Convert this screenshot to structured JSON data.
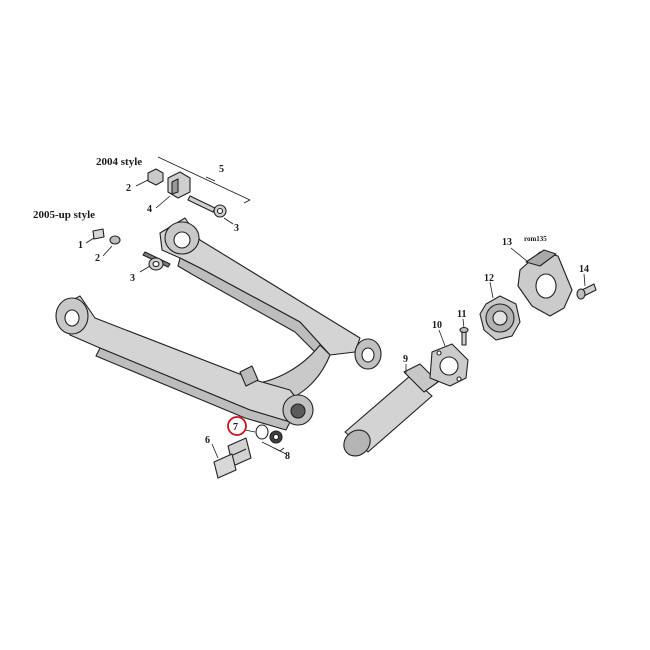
{
  "diagram": {
    "style_2004": "2004 style",
    "style_2005": "2005-up style",
    "ref_code": "rom135",
    "highlight_color": "#d0121b",
    "callouts": {
      "c1": "1",
      "c2a": "2",
      "c2b": "2",
      "c3a": "3",
      "c3b": "3",
      "c4": "4",
      "c5": "5",
      "c6": "6",
      "c7": "7",
      "c8": "8",
      "c9": "9",
      "c10": "10",
      "c11": "11",
      "c12": "12",
      "c13": "13",
      "c14": "14"
    },
    "highlighted_callout": "7"
  }
}
